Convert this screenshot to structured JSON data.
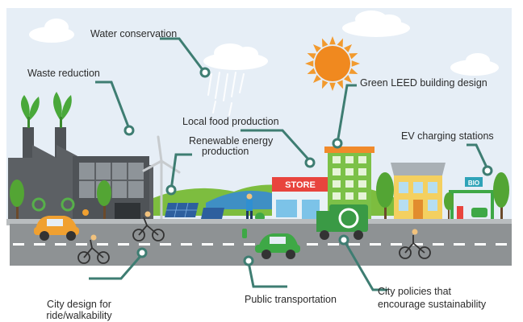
{
  "labels": {
    "water_conservation": "Water conservation",
    "waste_reduction": "Waste reduction",
    "local_food": "Local food production",
    "renewable_1": "Renewable energy",
    "renewable_2": "production",
    "green_leed": "Green LEED building design",
    "ev_charging": "EV charging stations",
    "city_design_1": "City design for",
    "city_design_2": "ride/walkability",
    "public_transport": "Public transportation",
    "city_policies_1": "City policies that",
    "city_policies_2": "encourage sustainability"
  },
  "signs": {
    "store": "STORE",
    "bio": "BIO"
  },
  "colors": {
    "sky": "#e6eef6",
    "callout": "#3e7d72",
    "road": "#8e9294",
    "sun": "#f0891f",
    "grass": "#7dbd3f",
    "tree": "#53a534",
    "store_sign": "#e8443d",
    "car_orange": "#f0a030",
    "car_green": "#3ea846",
    "truck_green": "#3a9a45"
  }
}
